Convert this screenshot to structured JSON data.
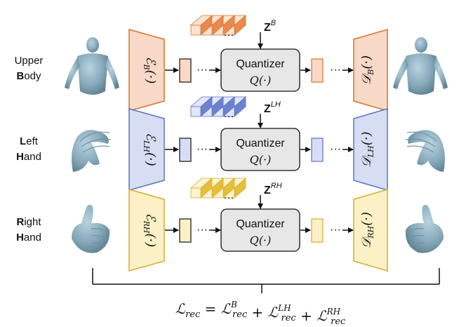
{
  "rows": [
    {
      "id": "body",
      "label_lines": [
        {
          "first": "Upper",
          "rest": ""
        },
        {
          "first": "B",
          "rest": "ody"
        }
      ],
      "label_first_bold": [
        false,
        true
      ],
      "encoder": "ℰ",
      "encoder_sub": "B",
      "decoder": "𝒟",
      "decoder_sub": "B",
      "quantizer_title": "Quantizer",
      "quantizer_fn": "Q(·)",
      "codebook": "Z",
      "codebook_sup": "B",
      "colors": {
        "fill": "#f8d9c7",
        "stroke": "#d9732e",
        "cube_top": "#fbe3d3",
        "cube_side": "#e8894e"
      }
    },
    {
      "id": "lefthand",
      "label_lines": [
        {
          "first": "L",
          "rest": "eft"
        },
        {
          "first": "H",
          "rest": "and"
        }
      ],
      "label_first_bold": [
        true,
        true
      ],
      "encoder": "ℰ",
      "encoder_sub": "LH",
      "decoder": "𝒟",
      "decoder_sub": "LH",
      "quantizer_title": "Quantizer",
      "quantizer_fn": "Q(·)",
      "codebook": "Z",
      "codebook_sup": "LH",
      "colors": {
        "fill": "#d7def3",
        "stroke": "#5c73c1",
        "cube_top": "#e2e7f7",
        "cube_side": "#6b82cf"
      }
    },
    {
      "id": "righthand",
      "label_lines": [
        {
          "first": "R",
          "rest": "ight"
        },
        {
          "first": "H",
          "rest": "and"
        }
      ],
      "label_first_bold": [
        true,
        true
      ],
      "encoder": "ℰ",
      "encoder_sub": "RH",
      "decoder": "𝒟",
      "decoder_sub": "RH",
      "quantizer_title": "Quantizer",
      "quantizer_fn": "Q(·)",
      "codebook": "Z",
      "codebook_sup": "RH",
      "colors": {
        "fill": "#fbf0c6",
        "stroke": "#d6ae2c",
        "cube_top": "#fcf3d1",
        "cube_side": "#e5be3a"
      }
    }
  ],
  "loss": {
    "lhs": "ℒ",
    "lhs_sub": "rec",
    "terms": [
      {
        "sym": "ℒ",
        "sub": "rec",
        "sup": "B"
      },
      {
        "sym": "ℒ",
        "sub": "rec",
        "sup": "LH"
      },
      {
        "sym": "ℒ",
        "sub": "rec",
        "sup": "RH"
      }
    ]
  },
  "dots": "···"
}
